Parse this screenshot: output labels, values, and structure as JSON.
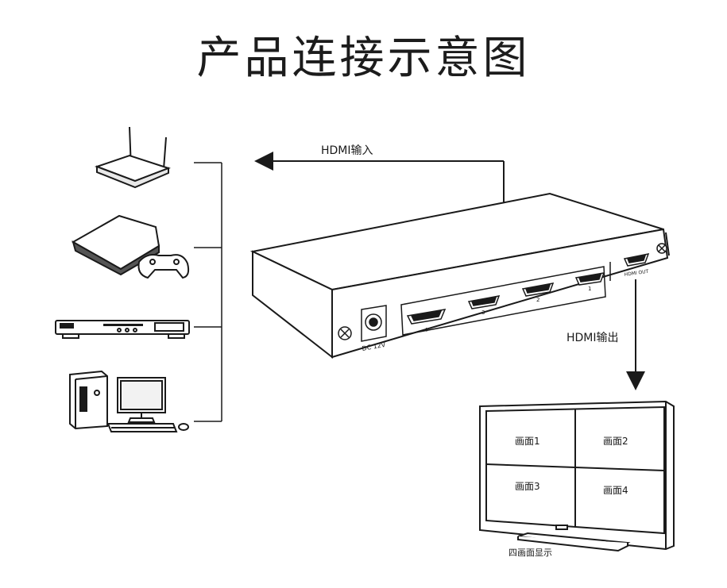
{
  "page": {
    "title": "产品连接示意图"
  },
  "labels": {
    "hdmi_input": "HDMI输入",
    "hdmi_output": "HDMI输出",
    "quad_display": "四画面显示",
    "dc_power": "DC 12V",
    "hdmi_out_port": "HDMI OUT"
  },
  "port_numbers": [
    "4",
    "3",
    "2",
    "1"
  ],
  "screen_quadrants": [
    "画面1",
    "画面2",
    "画面3",
    "画面4"
  ],
  "sources": [
    {
      "icon": "wifi-router-icon"
    },
    {
      "icon": "game-console-icon"
    },
    {
      "icon": "dvd-player-icon"
    },
    {
      "icon": "desktop-computer-icon"
    }
  ],
  "colors": {
    "line": "#1a1a1a",
    "device_fill": "#ffffff"
  }
}
